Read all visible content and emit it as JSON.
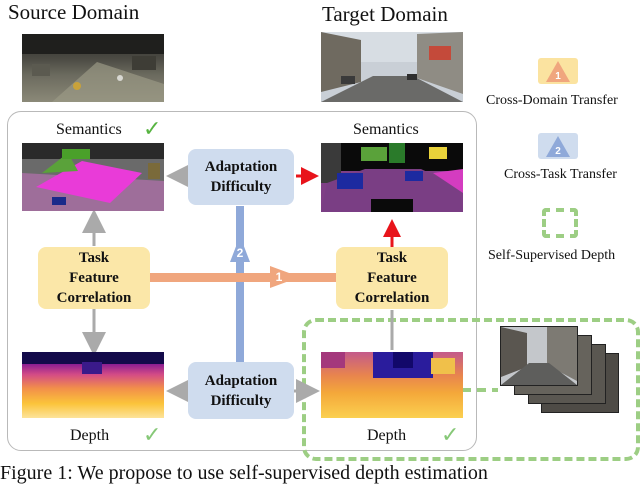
{
  "titles": {
    "source": "Source Domain",
    "target": "Target Domain"
  },
  "labels": {
    "semantics_left": "Semantics",
    "semantics_right": "Semantics",
    "depth_left": "Depth",
    "depth_right": "Depth",
    "check": "✓"
  },
  "boxes": {
    "difficulty_top": [
      "Adaptation",
      "Difficulty"
    ],
    "difficulty_bottom": [
      "Adaptation",
      "Difficulty"
    ],
    "correlation_left": [
      "Task",
      "Feature",
      "Correlation"
    ],
    "correlation_right": [
      "Task",
      "Feature",
      "Correlation"
    ]
  },
  "markers": {
    "cross_domain": "1",
    "cross_task": "2"
  },
  "legend": {
    "cross_domain": "Cross-Domain Transfer",
    "cross_task": "Cross-Task Transfer",
    "self_supervised": "Self-Supervised Depth"
  },
  "caption": "Figure 1: We propose to use self-supervised depth estimation",
  "colors": {
    "yellow_box": "#fbe7a8",
    "blue_box": "#cfdcee",
    "orange_arrow": "#f0a67e",
    "blue_arrow": "#8fa9d9",
    "red_arrow": "#e8141b",
    "gray_arrow": "#aaaaaa",
    "green_dashed": "#9dce84",
    "check_green": "#58b442"
  }
}
